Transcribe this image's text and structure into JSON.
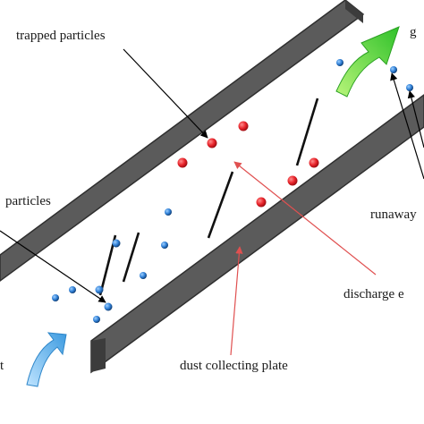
{
  "labels": {
    "trapped_particles": "trapped particles",
    "particles": "particles",
    "gas_out": "g",
    "runaway": "runaway",
    "discharge_electrode": "discharge e",
    "dust_collecting_plate": "dust collecting plate",
    "gas_in": "t"
  },
  "colors": {
    "plate": "#5b5b5b",
    "plate_edge": "#2f2f2f",
    "trapped_particle": "#e8232a",
    "free_particle": "#2f7fd6",
    "electrode": "#111111",
    "outlet_arrow": "#49d23a",
    "inlet_arrow": "#49a8e6",
    "pointer_black": "#000000",
    "pointer_red": "#e05050"
  },
  "icons": {
    "outlet": "green-curved-arrow-icon",
    "inlet": "blue-curved-arrow-icon"
  }
}
